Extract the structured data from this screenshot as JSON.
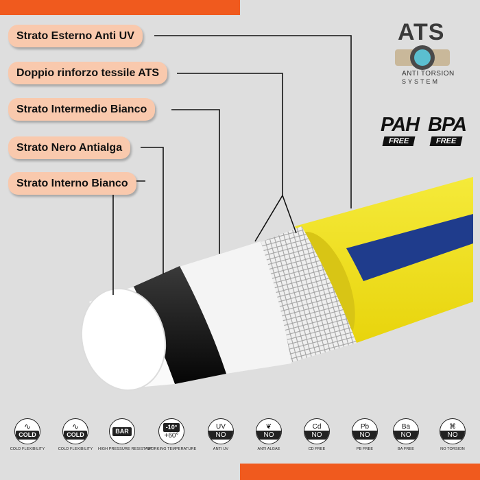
{
  "labels": [
    "Strato Esterno Anti UV",
    "Doppio rinforzo tessile ATS",
    "Strato Intermedio Bianco",
    "Strato Nero Antialga",
    "Strato Interno Bianco"
  ],
  "logo": {
    "brand": "ATS",
    "line1": "ANTI TORSION",
    "line2": "SYSTEM"
  },
  "badges": [
    {
      "big": "PAH",
      "free": "FREE"
    },
    {
      "big": "BPA",
      "free": "FREE"
    }
  ],
  "icons": [
    {
      "name": "cold-flexibility",
      "inner": "COLD",
      "caption": "COLD FLEXIBILITY"
    },
    {
      "name": "cold-flexibility-2",
      "inner": "COLD",
      "caption": "COLD FLEXIBILITY"
    },
    {
      "name": "high-pressure",
      "inner": "BAR",
      "caption": "HIGH PRESSURE RESISTANT"
    },
    {
      "name": "working-temperature",
      "top": "-10°",
      "bottom": "+60°",
      "caption": "WORKING TEMPERATURE"
    },
    {
      "name": "anti-uv",
      "top": "UV",
      "bottom": "NO",
      "caption": "ANTI UV"
    },
    {
      "name": "anti-algae",
      "top": "",
      "bottom": "NO",
      "caption": "ANTI ALGAE"
    },
    {
      "name": "cd-free",
      "top": "Cd",
      "bottom": "NO",
      "caption": "CD FREE"
    },
    {
      "name": "pb-free",
      "top": "Pb",
      "bottom": "NO",
      "caption": "PB FREE"
    },
    {
      "name": "ba-free",
      "top": "Ba",
      "bottom": "NO",
      "caption": "BA FREE"
    },
    {
      "name": "no-torsion",
      "top": "",
      "bottom": "NO",
      "caption": "NO TORSION"
    }
  ],
  "colors": {
    "accent": "#f05a1e",
    "label_bg": "#f9c9ad",
    "hose_yellow": "#f2e21a",
    "hose_blue": "#1f3c8c"
  }
}
